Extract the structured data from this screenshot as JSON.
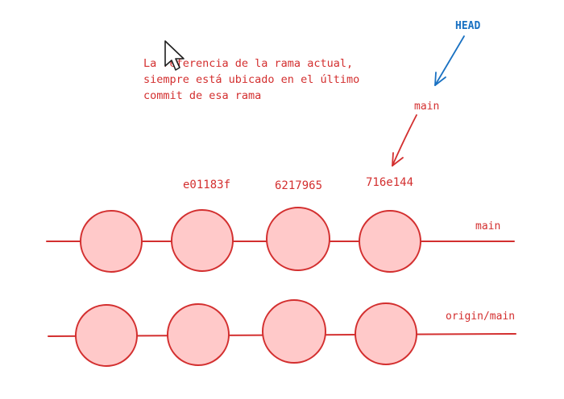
{
  "colors": {
    "red": "#d32f2f",
    "fill": "#ffc9c9",
    "blue": "#1971c2",
    "background": "#ffffff"
  },
  "annotation": {
    "lines": [
      "La referencia de la rama actual,",
      "siempre está ubicado en el último",
      "commit de esa rama"
    ]
  },
  "pointers": {
    "head_label": "HEAD",
    "branch_label": "main"
  },
  "commits": [
    "e01183f",
    "6217965",
    "716e144"
  ],
  "local_branch": {
    "label": "main",
    "node_count": 4
  },
  "remote_branch": {
    "label": "origin/main",
    "node_count": 4
  },
  "cursor_icon": "mouse-pointer-icon"
}
